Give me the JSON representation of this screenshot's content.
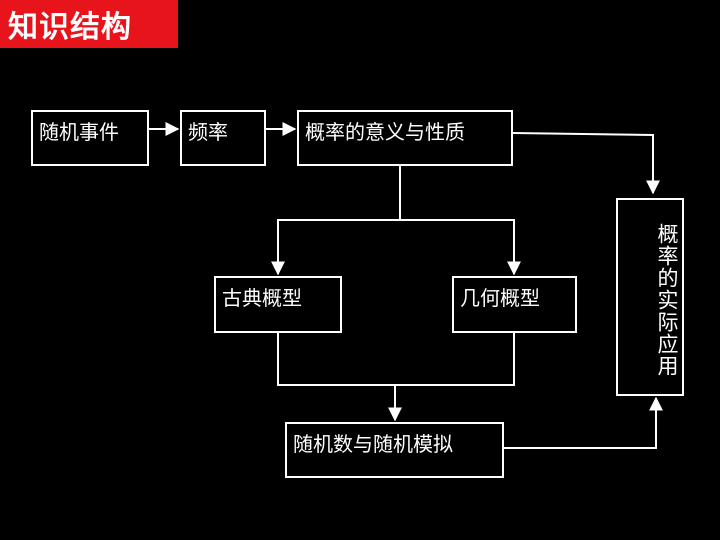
{
  "header": {
    "title": "知识结构"
  },
  "nodes": {
    "random_event": "随机事件",
    "frequency": "频率",
    "probability_meaning": "概率的意义与性质",
    "classical_model": "古典概型",
    "geometric_model": "几何概型",
    "random_simulation": "随机数与随机模拟",
    "practical_application": "概率的实际应用"
  },
  "colors": {
    "title_bg": "#e8141b",
    "background": "#000000",
    "foreground": "#ffffff"
  }
}
